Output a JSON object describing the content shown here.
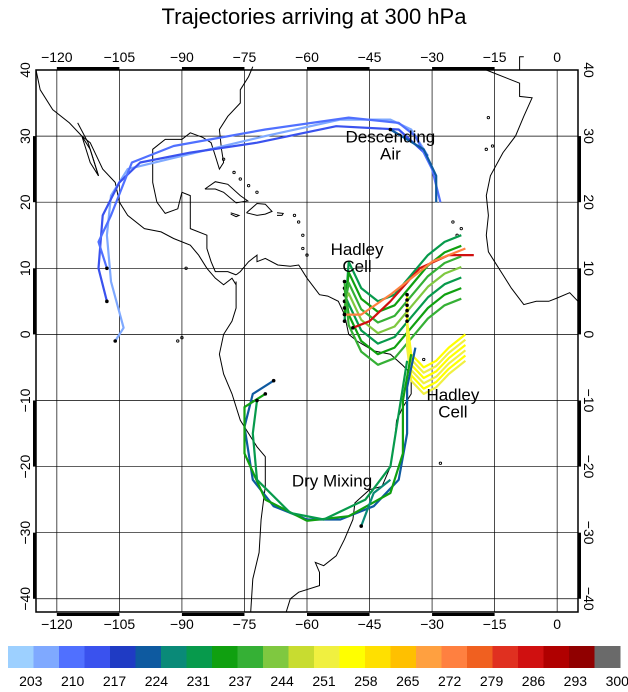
{
  "title": "Trajectories arriving at 300 hPa",
  "map": {
    "lon_range": [
      -125,
      5
    ],
    "lat_range": [
      -42,
      40
    ],
    "lon_ticks": [
      -120,
      -105,
      -90,
      -75,
      -60,
      -45,
      -30,
      -15,
      0
    ],
    "lat_ticks": [
      40,
      30,
      20,
      10,
      0,
      -10,
      -20,
      -30,
      -40
    ],
    "grid": true
  },
  "annotations": [
    {
      "lines": [
        "Descending",
        "Air"
      ],
      "lon": -40,
      "lat": 29
    },
    {
      "lines": [
        "Hadley",
        "Cell"
      ],
      "lon": -48,
      "lat": 12
    },
    {
      "lines": [
        "Hadley",
        "Cell"
      ],
      "lon": -25,
      "lat": -10
    },
    {
      "lines": [
        "Dry Mixing"
      ],
      "lon": -54,
      "lat": -23
    }
  ],
  "colorbar": {
    "ticks": [
      "203",
      "210",
      "217",
      "224",
      "231",
      "237",
      "244",
      "251",
      "258",
      "265",
      "272",
      "279",
      "286",
      "293",
      "300"
    ],
    "colors": [
      "#9dd0ff",
      "#7fa9ff",
      "#5070ff",
      "#3a52ee",
      "#1f3bc4",
      "#0e5aa0",
      "#0a8a78",
      "#079a4c",
      "#10a010",
      "#35b035",
      "#7fc840",
      "#c8dc30",
      "#f0f040",
      "#ffff00",
      "#ffe000",
      "#ffc000",
      "#ffa040",
      "#ff8040",
      "#f06020",
      "#e03020",
      "#d01010",
      "#b00000",
      "#900000",
      "#6a6a6a"
    ]
  }
}
